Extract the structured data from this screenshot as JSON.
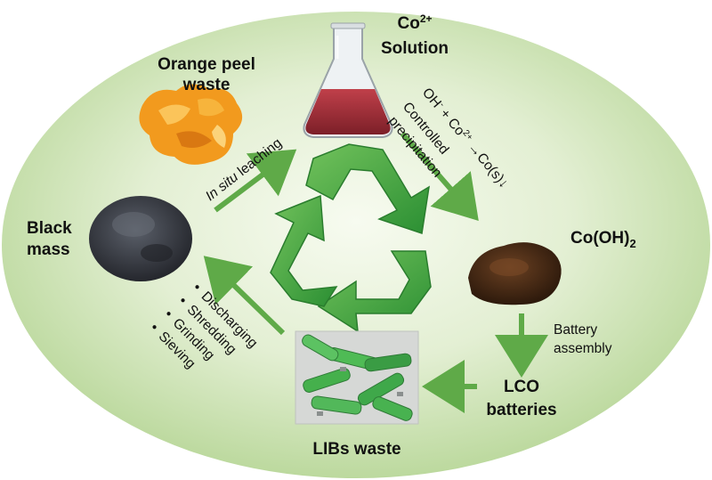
{
  "labels": {
    "orange_peel_line1": "Orange peel",
    "orange_peel_line2": "waste",
    "co2_solution_main": "Co",
    "co2_solution_charge": "2+",
    "co2_solution_line2": "Solution",
    "black_mass_line1": "Black",
    "black_mass_line2": "mass",
    "cooh2_prefix": "Co(OH)",
    "cooh2_subscript": "2",
    "lco_line1": "LCO",
    "lco_line2": "batteries",
    "libs_waste": "LIBs waste"
  },
  "steps": {
    "leaching_italic": "In situ",
    "leaching_rest": " leaching",
    "reaction_oh": "OH",
    "reaction_minus": "-",
    "reaction_plus_co": " + Co",
    "reaction_charge": "2+",
    "reaction_arrow": " →Co(s)↓",
    "precip_line1": "Controlled",
    "precip_line2": "precipitation",
    "battery_assembly_line1": "Battery",
    "battery_assembly_line2": "assembly",
    "pretreatment": [
      "Discharging",
      "Shredding",
      "Grinding",
      "Sieving"
    ],
    "bullet": "•"
  },
  "colors": {
    "arrow_green": "#5faa48",
    "recycle_green": "#3aa03a",
    "oval_center": "#f4f9ec",
    "oval_edge": "#c2dea6",
    "solution_red": "#a8303a",
    "orange_peel": "#f29a1e",
    "black_mass": "#3a3d45",
    "cobalt_hydroxide": "#4a2a16",
    "battery_green": "#45b04c"
  },
  "icons": {
    "recycle": "recycle-icon",
    "flask": "flask-icon",
    "peel": "orange-peel-icon",
    "powder": "black-powder-icon",
    "hydroxide": "brown-powder-icon",
    "batteries": "batteries-photo-icon"
  }
}
